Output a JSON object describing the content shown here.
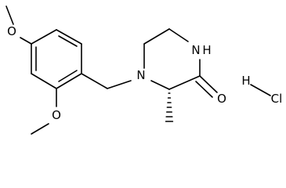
{
  "molecule": {
    "atoms": {
      "o_top": "O",
      "o_bottom": "O",
      "n_amine": "N",
      "h_amine": "H",
      "n_ring": "N",
      "o_carbonyl": "O",
      "h_salt": "H",
      "cl_salt": "Cl"
    }
  }
}
